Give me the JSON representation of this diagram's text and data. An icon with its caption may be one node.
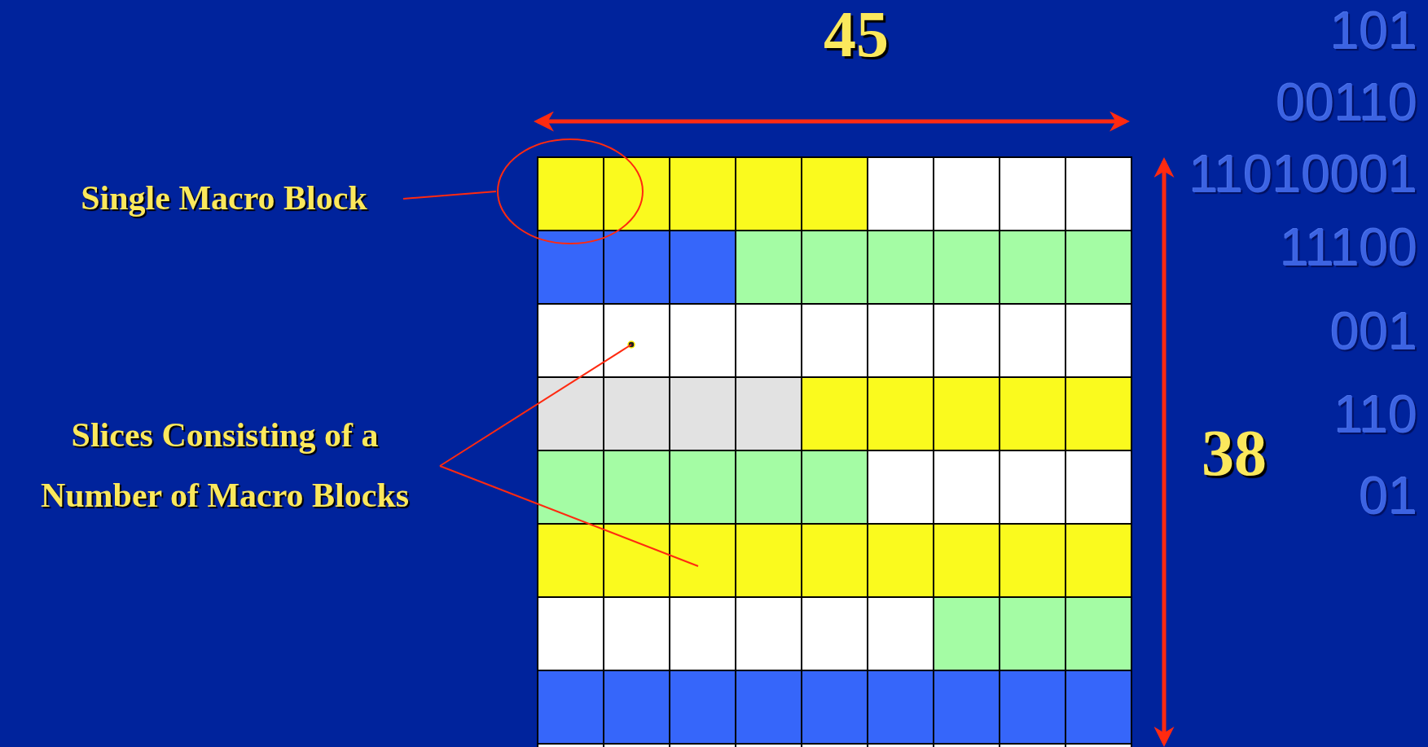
{
  "diagram": {
    "nodes": [
      {
        "text": [
          "Single Macro Block"
        ]
      },
      {
        "text": [],
        "shape": "circle"
      },
      {
        "text": [
          "Slices Consisting of a Number of Macro Blocks"
        ]
      }
    ],
    "edges": [
      {
        "from": 0,
        "to": 1,
        "arrow": "none"
      },
      {
        "from": 2,
        "to": null,
        "arrow": "none"
      },
      {
        "from": 2,
        "to": null,
        "arrow": "none"
      }
    ],
    "labels": [
      "45",
      "38",
      "101",
      "00110",
      "11010001",
      "11100",
      "001",
      "110",
      "01"
    ]
  }
}
